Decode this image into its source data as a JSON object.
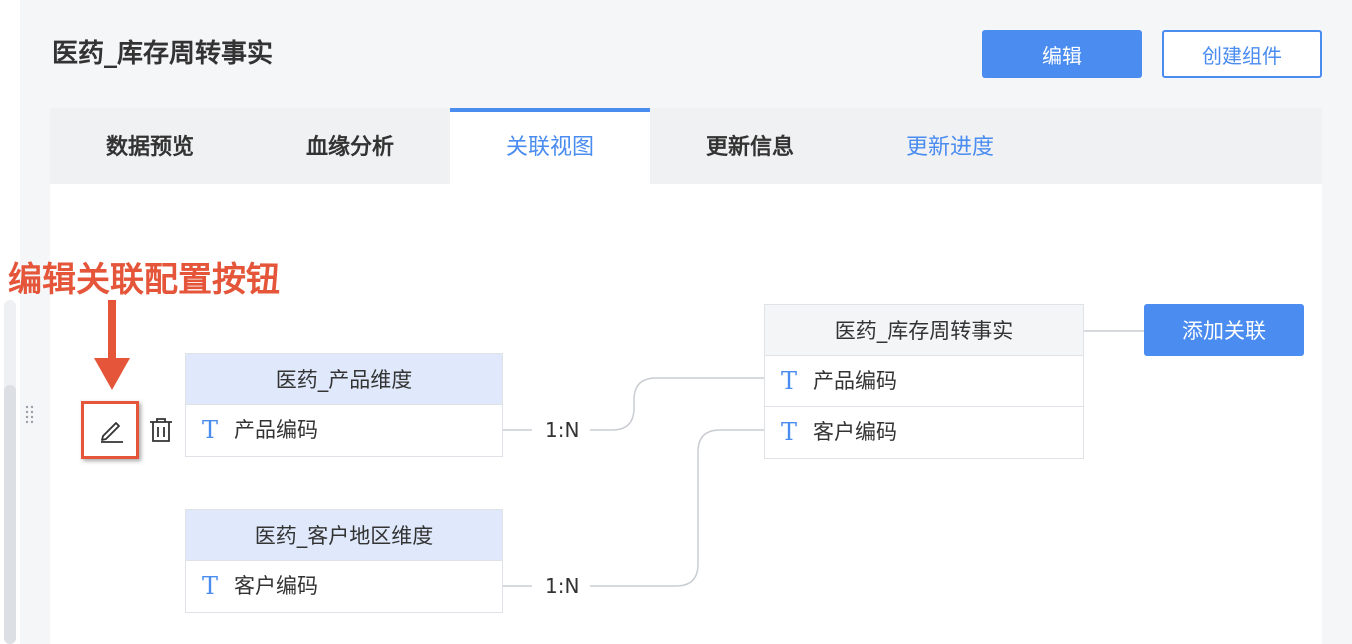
{
  "header": {
    "title": "医药_库存周转事实",
    "edit_label": "编辑",
    "create_component_label": "创建组件"
  },
  "tabs": [
    {
      "label": "数据预览",
      "state": "default"
    },
    {
      "label": "血缘分析",
      "state": "default"
    },
    {
      "label": "关联视图",
      "state": "active"
    },
    {
      "label": "更新信息",
      "state": "default"
    },
    {
      "label": "更新进度",
      "state": "link"
    }
  ],
  "annotation": {
    "label": "编辑关联配置按钮",
    "color": "#e4553a"
  },
  "actions": {
    "edit_icon": "pencil-icon",
    "delete_icon": "trash-icon"
  },
  "relation_view": {
    "main_table": {
      "name": "医药_库存周转事实",
      "fields": [
        "产品编码",
        "客户编码"
      ]
    },
    "joined_tables": [
      {
        "name": "医药_产品维度",
        "fields": [
          "产品编码"
        ],
        "relation": "1:N"
      },
      {
        "name": "医药_客户地区维度",
        "fields": [
          "客户编码"
        ],
        "relation": "1:N"
      }
    ],
    "field_type_icon": "text-type-icon",
    "add_relation_label": "添加关联"
  },
  "colors": {
    "primary": "#4a8cf0",
    "header_blue": "#dfe9fb",
    "annotation_red": "#e4553a"
  }
}
